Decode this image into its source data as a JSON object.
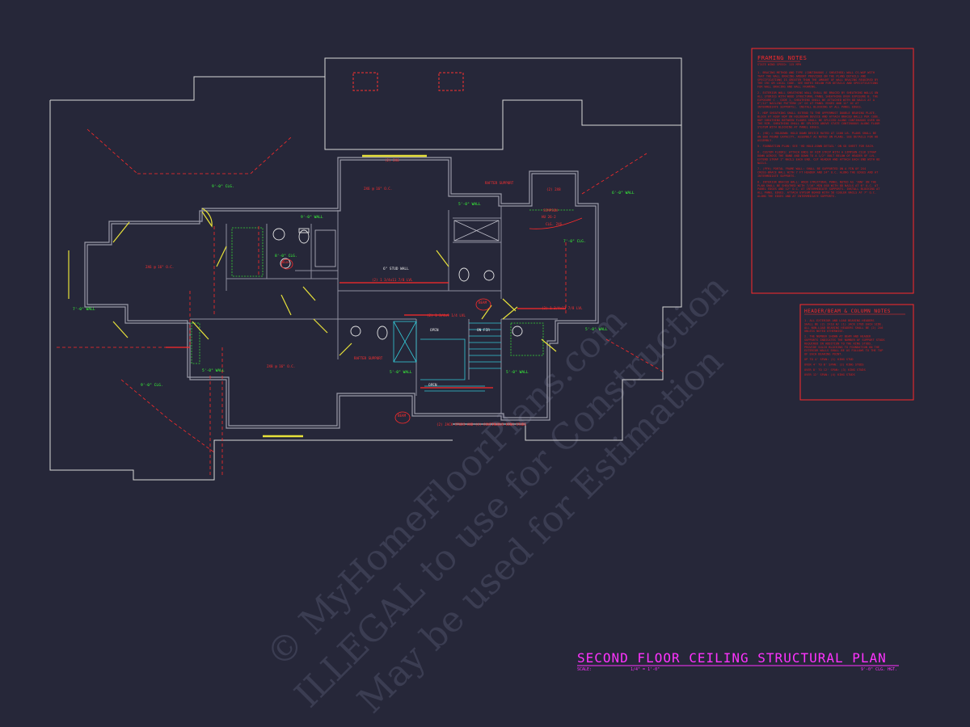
{
  "plan": {
    "title": "SECOND FLOOR CEILING STRUCTURAL PLAN",
    "scale_label": "SCALE:",
    "scale_value": "1/4\" = 1'-0\"",
    "ceiling_height": "9'-0\" CLG. HGT."
  },
  "watermark": {
    "line1": "© MyHomeFloorPlans.com",
    "line2": "ILLEGAL to use for Construction",
    "line3": "May be used for Estimation"
  },
  "framing_notes": {
    "title": "FRAMING NOTES",
    "subtitle": "STATE WIND SPEED: 115 MPH",
    "items": [
      "1.  BRACING METHOD AND TYPE (CONTINUOUS / SHEATHED) WALL CS-WSP WITH THAT THE WALL BRACING AMOUNT PROVIDED ON THE PLANS DETAILS AND SPECIFICATIONS IS GREATER THAN THE AMOUNT OF WALL BRACING REQUIRED BY THE IRC OR LOCAL CODE. SEE NOTES BELOW FOR DETAILS AND SPECIFICATIONS FOR WALL BRACING AND WALL FRAMING.",
      "2.  EXTERIOR WALL SHEATHING WALL SHALL BE BRACED BY SHEATHING WALLS ON ALL STORIES WITH WOOD STRUCTURAL PANEL SHEATHING OVER EXPOSURE B. THE EXPOSURE C - CODE 1, SHEATHING SHALL BE ATTACHED WITH 8D NAILS AT A 6\"/12\" NAILING PATTERN (6\" OC AT PANEL EDGES AND 12\" OC AT INTERMEDIATE SUPPORTS). INSTALL BLOCKING AT ALL PANEL EDGES.",
      "3.  HDP SHEATHING SHALL EXTEND TO THE UPPERMOST DOUBLE BEARING PLATE, BLOCK AT ROOF HDP ON HOLDDOWN DEVICE AND ATTACH BRACED WALLS PER CODE. HDP SHEATHING BETWEEN FLOORS SHALL BE SPLICED ALONG CONTINUOUS OVER ON THE RIM. SHEATHING SHALL BE SPLICED ABOVE STATE CONTINUOUS ALONG FLOOR SYSTEM WITH BLOCKING AT PANEL EDGES.",
      "4.  (HD) = HOLDOWN: HOLD DOWN DEVICE RATED AT 1400 LB. PLANS SHALL BE AN 800 POUND CAPACITY, ASSEMBLY AS NOTED ON PLANS. SEE DETAILS FOR HD ASSEMBLY.",
      "5.  FOUNDATION PLAN: SEE 'HD HOLD-DOWN DETAIL' ON SD SHEET FOR EACH.",
      "6.  CUSTOM FLOORS: ATTACH ENDS OF RIM STRIP WITH A SIMPSON CS16 STRAP DOWN ACROSS THE BAND AND DOWN TO A 1/2\" BOLT BELOW OF HEADER OF LVL. EXTEND STRAP 1\" NAILS EACH END. CUT HEADER AND ATTACH EACH END WITH 8D NAILS.",
      "7.  (PFH) PORTAL FRAME WALL: SHALL BE SUPPORTED ON A FIN OF 2X4 CROSS-BRACE WALL WITH 7 FT HEADER AND 24\" O.C. ALONG THE EDGES AND AT INTERMEDIATE SUPPORTS.",
      "8.  INTERIOR BRACED WALL: WOOD STRUCTURAL PANEL NOTED AS 'IBW' ON THE PLAN SHALL BE SHEATHED WITH 7/16\" MIN OSB WITH 8D NAILS AT 6\" O.C. AT PANEL EDGES AND 12\" O.C. AT INTERMEDIATE SUPPORTS. INSTALL BLOCKING AT ALL PANEL EDGES. ATTACH GYPSUM BOARD WITH 5D COOLER NAILS AT 7\" O.C. ALONG THE EDGES AND AT INTERMEDIATE SUPPORTS."
    ]
  },
  "header_notes": {
    "title": "HEADER/BEAM & COLUMN NOTES",
    "items": [
      "1.  ALL EXTERIOR AND LOAD BEARING HEADERS SHALL BE (2) 2X10 W/ (1) JACK STUD EACH SIDE. ALL NON-LOAD BEARING HEADERS SHALL BE (2) 2X6 UNLESS NOTED OTHERWISE.",
      "2.  THE NUMBER SHOWN AT BEAM AND HEADER SUPPORTS INDICATES THE NUMBER OF SUPPORT STUDS REQUIRED IN ADDITION TO THE KING STUDS. PROVIDE SOLID BLOCKING TO FOUNDATION ON THE EXTERIOR WALLS SHALL BE AS FOLLOWS TO THE TOP OF EACH BEARING POINT.",
      "     UP TO 4' SPAN: (1) KING STUD",
      "     OVER 4' TO 8' SPAN: (2) KING STUDS",
      "     OVER 8' TO 12' SPAN: (3) KING STUDS",
      "     OVER 12' SPAN: (4) KING STUDS"
    ]
  },
  "labels": {
    "clg_9": "9'-0\" CLG.",
    "wall_9": "9'-0\" WALL",
    "wall_7": "7'-0\" WALL",
    "clg_8": "8'-0\" CLG.",
    "clg_9b": "9'-0\" CLG.",
    "clg_7": "7'-0\" CLG.",
    "wall_5": "5'-0\" WALL",
    "wall_6": "6'-0\" WALL",
    "wall_5b": "5'-0\" WALL",
    "wall_5c": "5'-0\" WALL",
    "stud_wall": "6\" STUD WALL",
    "rafter_support": "RAFTER SUPPORT",
    "rafter_support2": "RAFTER SUPPORT",
    "header_2x6": "(2) 2X6",
    "header_2x8": "(2) 2X8",
    "lvl_beam": "(2) 1 3/4x11 7/8 LVL",
    "lvl_beam2": "(2) 1 3/4x9 1/4 LVL",
    "lvl_beam3": "(2) 1 3/4x11 7/8 LVL",
    "jack_note": "(2) JACK STUDS AND (4) CONTINUOUS KING STUDS",
    "open": "OPEN",
    "open2": "OPEN",
    "on_fir": "ON FIR",
    "simpson": "SIMPSON",
    "simpson_part": "HU 26-2",
    "clg_2x6": "CLG. 2X6",
    "joist_2x6": "2X6 @ 16\" O.C.",
    "joist_2x8": "2X8 @ 16\" O.C.",
    "beam_tag": "BEAM",
    "beam_tag2": "BEAM",
    "beam_tag3": "BEAM"
  }
}
